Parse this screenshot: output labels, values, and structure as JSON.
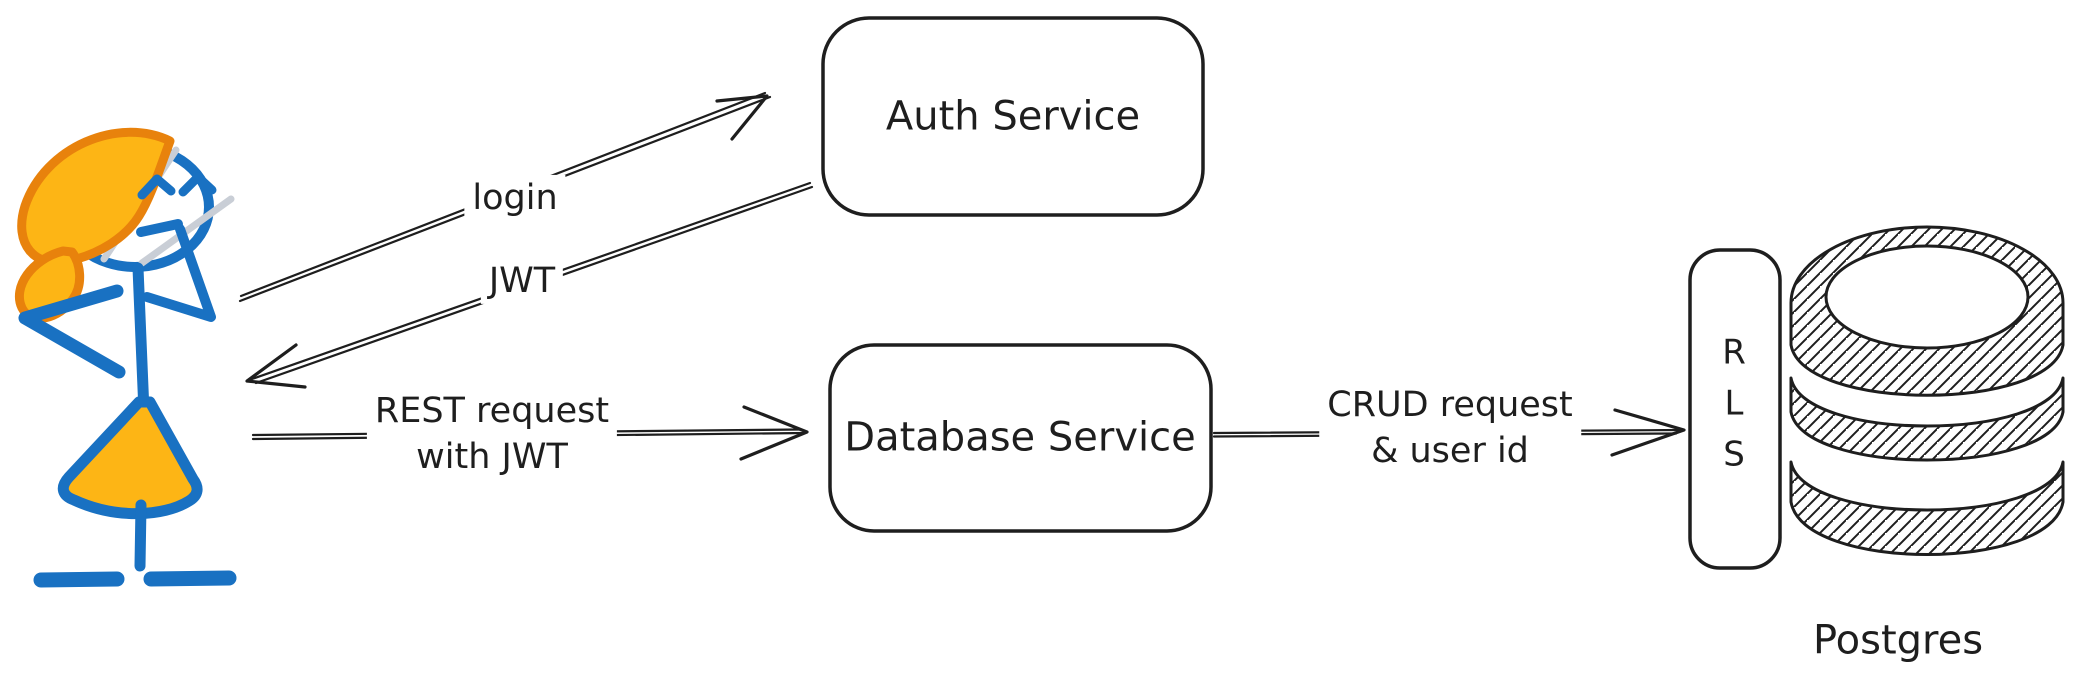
{
  "nodes": {
    "auth_service": {
      "label": "Auth Service"
    },
    "database_service": {
      "label": "Database Service"
    },
    "rls": {
      "letters": [
        "R",
        "L",
        "S"
      ]
    },
    "postgres": {
      "label": "Postgres"
    }
  },
  "edges": {
    "login": {
      "label": "login"
    },
    "jwt": {
      "label": "JWT"
    },
    "rest": {
      "label_line1": "REST request",
      "label_line2": "with JWT"
    },
    "crud": {
      "label_line1": "CRUD request",
      "label_line2": "& user id"
    }
  },
  "icons": {
    "user": "stick-figure-person-icon",
    "database": "postgres-cylinder-icon"
  },
  "colors": {
    "stroke": "#1e1e1e",
    "person_blue": "#1971c2",
    "hair_stroke": "#e8820c",
    "hair_fill": "#fdb515",
    "gray_accent": "#c9ced6",
    "background": "#ffffff"
  }
}
